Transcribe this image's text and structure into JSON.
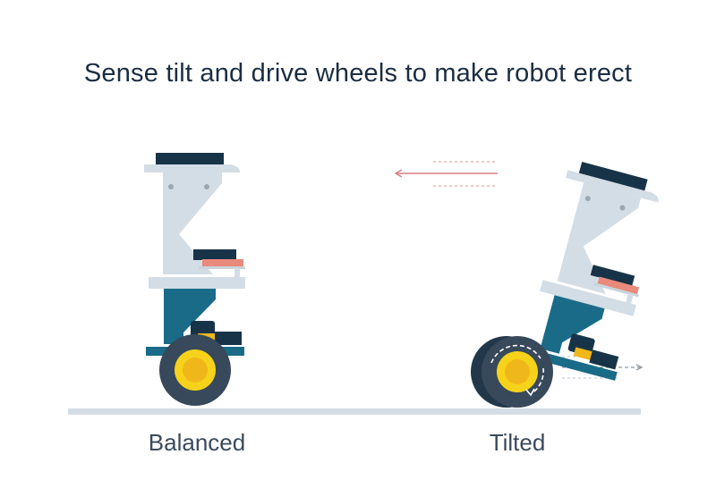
{
  "title": "Sense tilt and drive wheels to make robot erect",
  "robots": [
    {
      "label": "Balanced"
    },
    {
      "label": "Tilted"
    }
  ],
  "colors": {
    "text": "#1b2e42",
    "ground": "#d4dde5",
    "body": "#d3dde6",
    "head_dark": "#173348",
    "teal": "#1a6b88",
    "wheel": "#37495a",
    "hub": "#f7d21a",
    "accent": "#e88a7c"
  }
}
